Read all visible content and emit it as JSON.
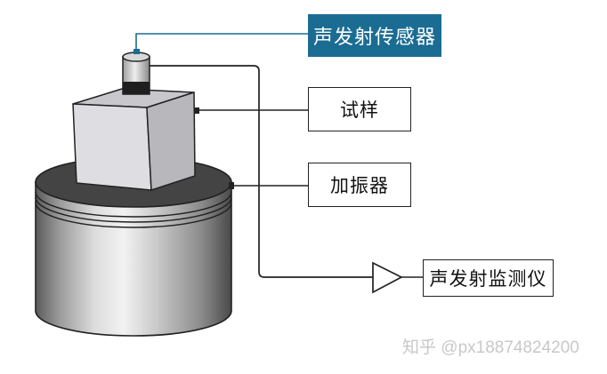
{
  "labels": {
    "sensor": "声发射传感器",
    "specimen": "试样",
    "shaker": "加振器",
    "monitor": "声发射监测仪"
  },
  "watermark": "知乎 @px18874824200",
  "colors": {
    "sensor_box": "#1b6c93",
    "sensor_cable": "#1b6c93",
    "wire": "#222222"
  }
}
